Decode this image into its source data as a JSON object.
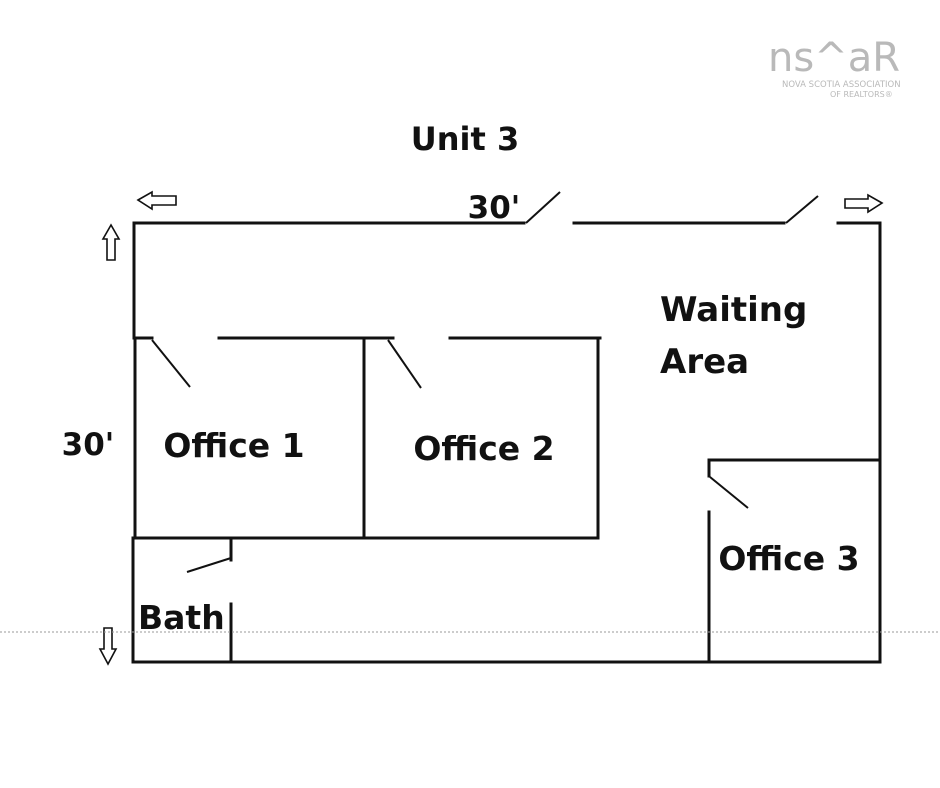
{
  "logo": {
    "mark": "ns^aR",
    "line1": "NOVA SCOTIA ASSOCIATION",
    "line2": "OF REALTORS®"
  },
  "title": "Unit 3",
  "dimensions": {
    "width": "30'",
    "depth": "30'"
  },
  "rooms": {
    "waiting_line1": "Waiting",
    "waiting_line2": "Area",
    "office1": "Office 1",
    "office2": "Office 2",
    "office3": "Office 3",
    "bath": "Bath"
  },
  "colors": {
    "ink": "#111111",
    "logo": "#b9b9b9"
  }
}
